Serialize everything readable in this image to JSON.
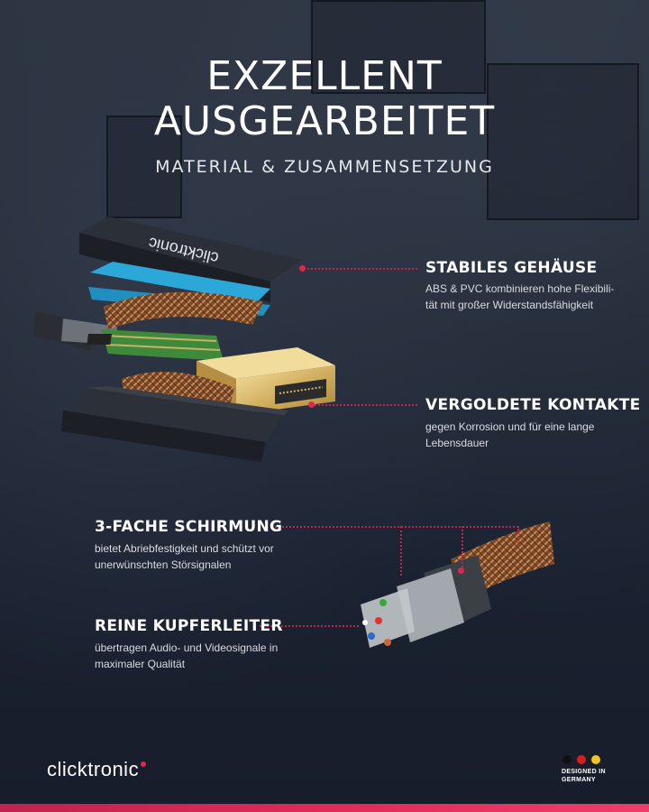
{
  "header": {
    "title_line1": "EXZELLENT",
    "title_line2": "AUSGEARBEITET",
    "subtitle": "MATERIAL & ZUSAMMENSETZUNG"
  },
  "features": [
    {
      "title": "STABILES GEHÄUSE",
      "desc_line1": "ABS & PVC kombinieren hohe Flexibili-",
      "desc_line2": "tät mit großer Widerstandsfähigkeit"
    },
    {
      "title": "VERGOLDETE KONTAKTE",
      "desc_line1": "gegen Korrosion und für eine lange",
      "desc_line2": "Lebensdauer"
    },
    {
      "title": "3-FACHE SCHIRMUNG",
      "desc_line1": "bietet Abriebfestigkeit und schützt vor",
      "desc_line2": "unerwünschten Störsignalen"
    },
    {
      "title": "REINE KUPFERLEITER",
      "desc_line1": "übertragen Audio- und Videosignale in",
      "desc_line2": "maximaler Qualität"
    }
  ],
  "product": {
    "housing_print": "clicktronic"
  },
  "footer": {
    "brand": "clicktronic",
    "designed_line1": "DESIGNED IN",
    "designed_line2": "GERMANY"
  },
  "colors": {
    "accent": "#e0264f",
    "flag_black": "#111111",
    "flag_red": "#dd1c1c",
    "flag_gold": "#f5c518"
  }
}
